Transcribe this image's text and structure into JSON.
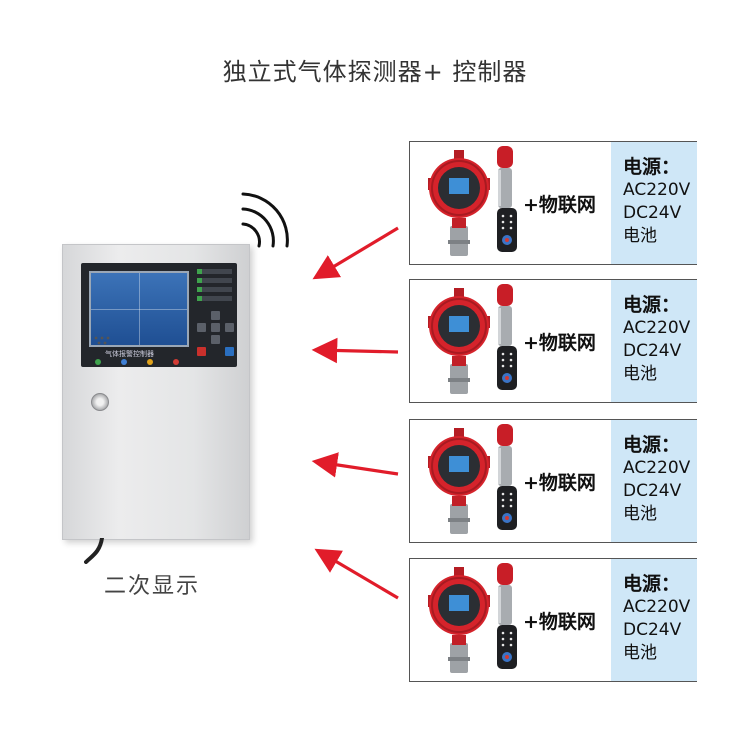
{
  "title": "独立式气体探测器+  控制器",
  "controller": {
    "panel_label": "气体报警控制器",
    "caption": "二次显示"
  },
  "detectors": [
    {
      "iot_label": "+物联网",
      "power_heading": "电源：",
      "power_options": [
        "AC220V",
        "DC24V",
        "电池"
      ]
    },
    {
      "iot_label": "+物联网",
      "power_heading": "电源：",
      "power_options": [
        "AC220V",
        "DC24V",
        "电池"
      ]
    },
    {
      "iot_label": "+物联网",
      "power_heading": "电源：",
      "power_options": [
        "AC220V",
        "DC24V",
        "电池"
      ]
    },
    {
      "iot_label": "+物联网",
      "power_heading": "电源：",
      "power_options": [
        "AC220V",
        "DC24V",
        "电池"
      ]
    }
  ],
  "colors": {
    "arrow": "#e11c2a",
    "device_body": "#d5232b",
    "power_panel_bg": "#cfe7f7",
    "controller_screen": "#2d63a8"
  }
}
